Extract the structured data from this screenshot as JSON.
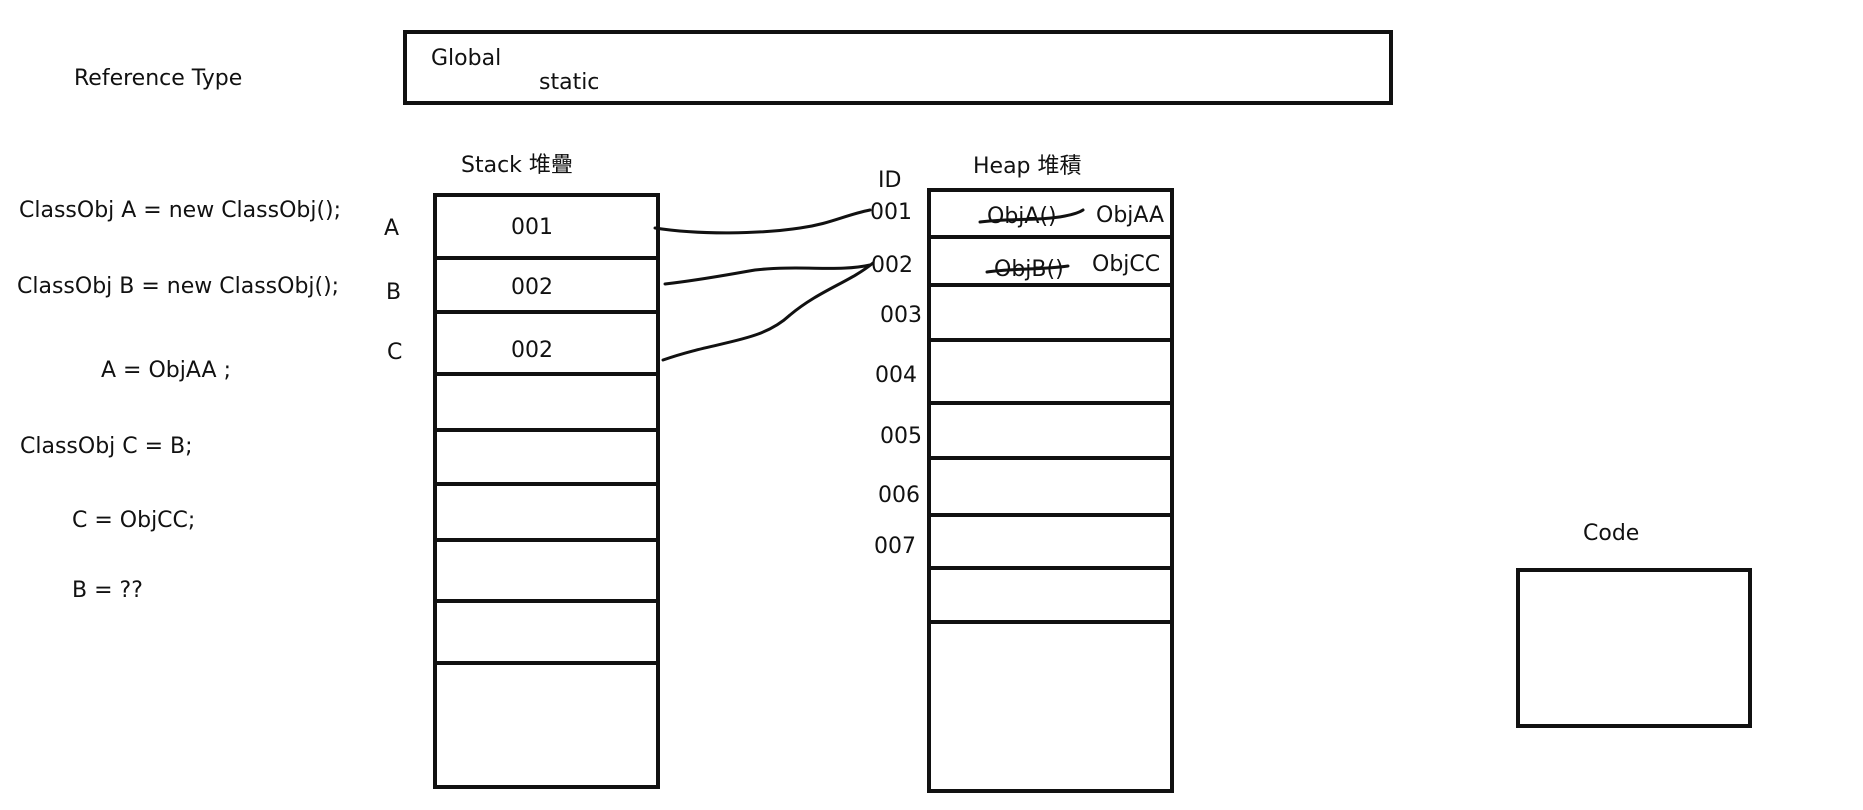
{
  "reference_type_label": "Reference Type",
  "global_box": {
    "title": "Global",
    "sub": "static"
  },
  "code_lines": [
    "ClassObj A = new ClassObj();",
    "ClassObj B = new ClassObj();",
    "A = ObjAA ;",
    "ClassObj C = B;",
    "C = ObjCC;",
    "B = ??"
  ],
  "stack": {
    "title": "Stack 堆疊",
    "vars": [
      "A",
      "B",
      "C"
    ],
    "values": [
      "001",
      "002",
      "002"
    ]
  },
  "heap": {
    "title": "Heap 堆積",
    "id_header": "ID",
    "ids": [
      "001",
      "002",
      "003",
      "004",
      "005",
      "006",
      "007"
    ],
    "struck": [
      "ObjA()",
      "ObjB()"
    ],
    "objects": [
      "ObjAA",
      "ObjCC"
    ]
  },
  "code_box": {
    "title": "Code"
  }
}
